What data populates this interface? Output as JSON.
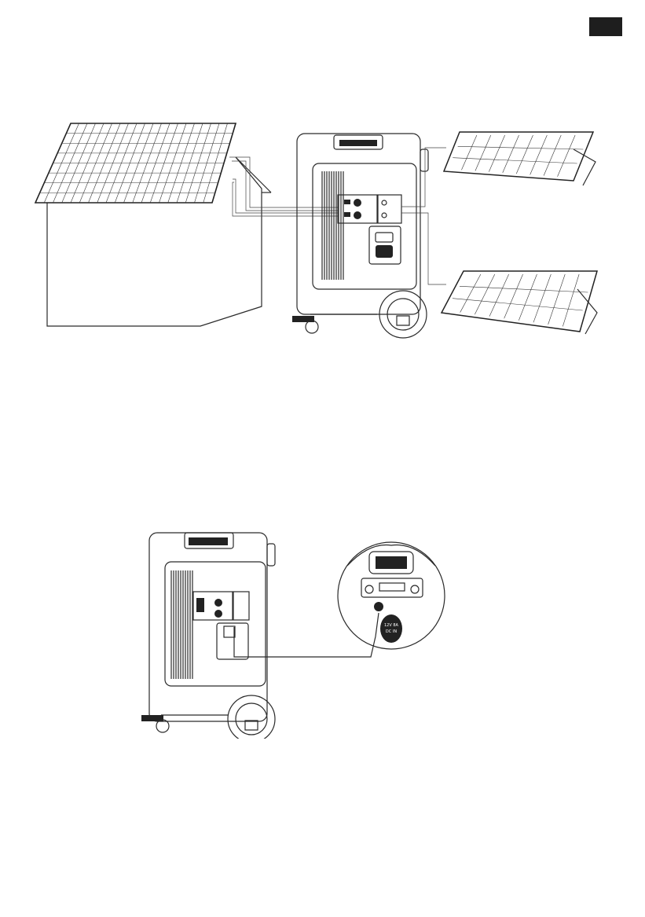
{
  "page_tab": {
    "color": "#1e1e1e"
  },
  "figure_solar": {
    "roof_panel": {
      "cols": 20,
      "rows": 8
    },
    "portable_panel": {
      "cols": 9,
      "rows": 3
    }
  },
  "figure_car": {
    "socket_label_top": "12V 8A",
    "socket_label_bottom": "DC IN"
  }
}
